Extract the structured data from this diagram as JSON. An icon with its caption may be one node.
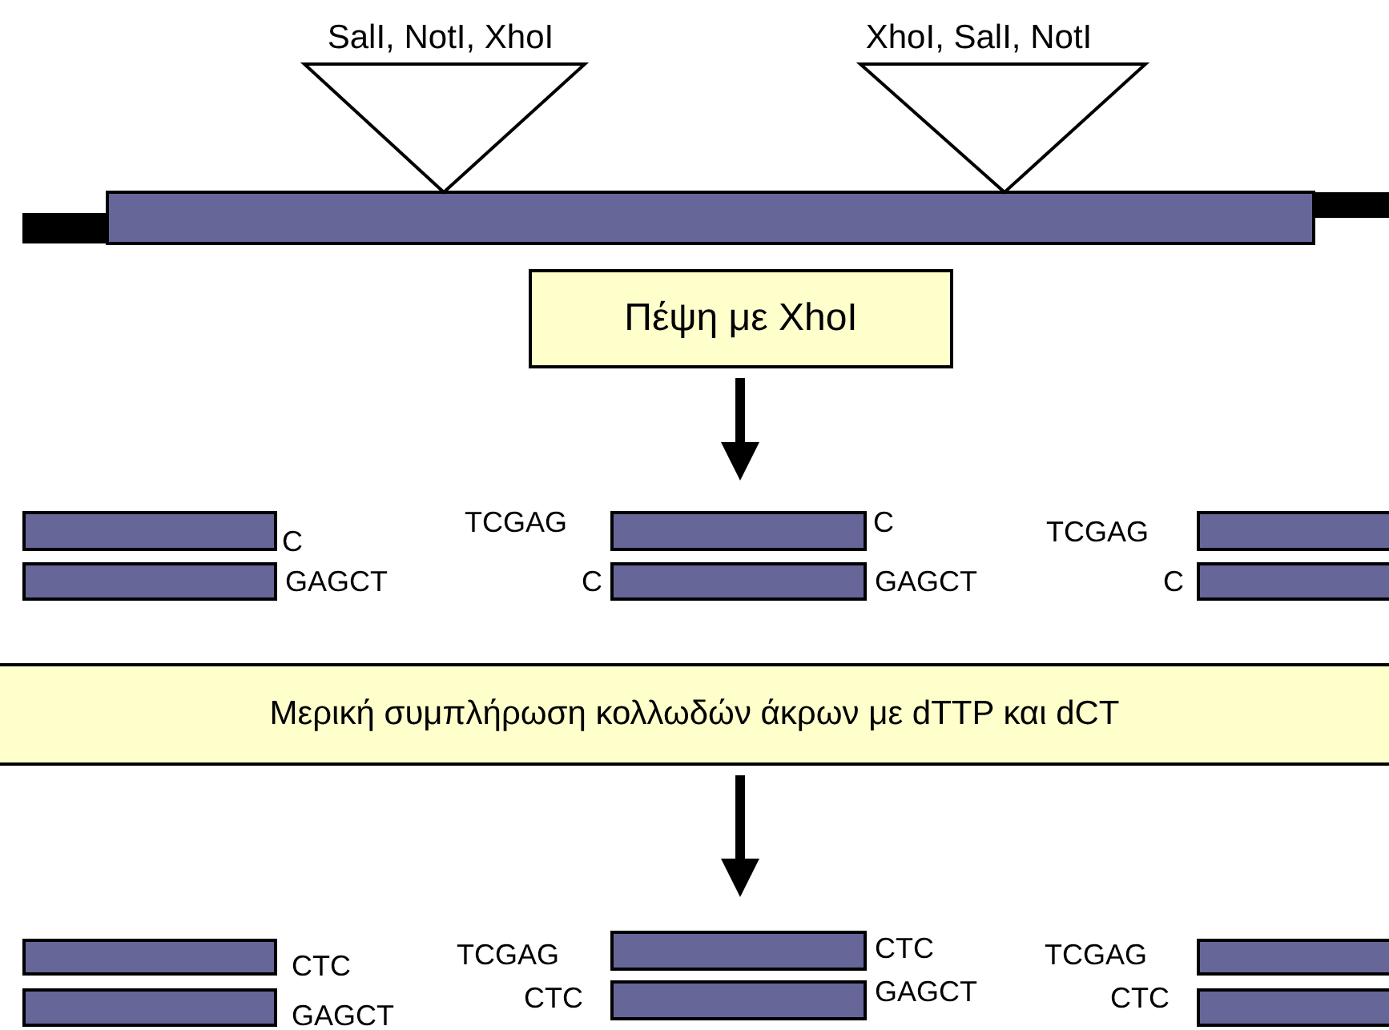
{
  "diagram": {
    "nodes": [
      {
        "text": [
          "SalI, NotI, XhoI"
        ]
      },
      {
        "text": [
          "XhoI, SalI, NotI"
        ]
      },
      {
        "text": [
          "Πέψη με XhoI"
        ]
      },
      {
        "text": [
          "Μερική συμπλήρωση κολλωδών άκρων με dTTP και dCT"
        ]
      }
    ],
    "edges": [
      {
        "from": 2,
        "to": null,
        "arrow": "to"
      },
      {
        "from": 3,
        "to": null,
        "arrow": "to"
      }
    ],
    "labels": [
      "C",
      "TCGAG",
      "C",
      "TCGAG",
      "GAGCT",
      "C",
      "GAGCT",
      "C",
      "CTC",
      "TCGAG",
      "CTC",
      "TCGAG",
      "GAGCT",
      "CTC",
      "GAGCT",
      "CTC"
    ]
  }
}
